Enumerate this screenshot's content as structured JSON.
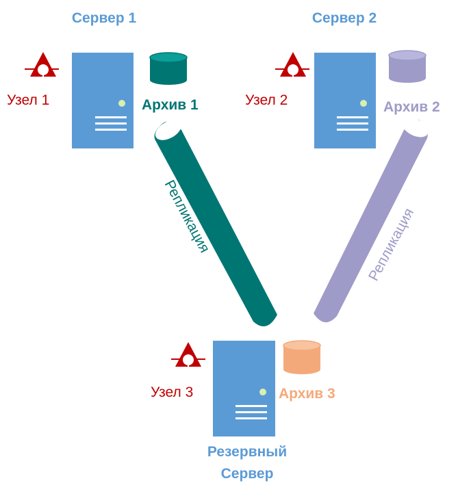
{
  "colors": {
    "server": "#5b9bd5",
    "server_title": "#5b9bd5",
    "node": "#c00000",
    "archive1": "#007673",
    "archive2": "#9e9bc8",
    "archive3": "#f4a97a",
    "replication1": "#007673",
    "replication2": "#9e9bc8"
  },
  "server1": {
    "title": "Сервер 1",
    "node_label": "Узел 1",
    "archive_label": "Архив 1"
  },
  "server2": {
    "title": "Сервер 2",
    "node_label": "Узел 2",
    "archive_label": "Архив 2"
  },
  "server3": {
    "title_line1": "Резервный",
    "title_line2": "Сервер",
    "node_label": "Узел 3",
    "archive_label": "Архив 3"
  },
  "links": {
    "replication1_label": "Репликация",
    "replication2_label": "Репликация"
  },
  "icons": {
    "server": "server-tower-icon",
    "node": "node-triangle-icon",
    "archive": "database-cylinder-icon"
  }
}
